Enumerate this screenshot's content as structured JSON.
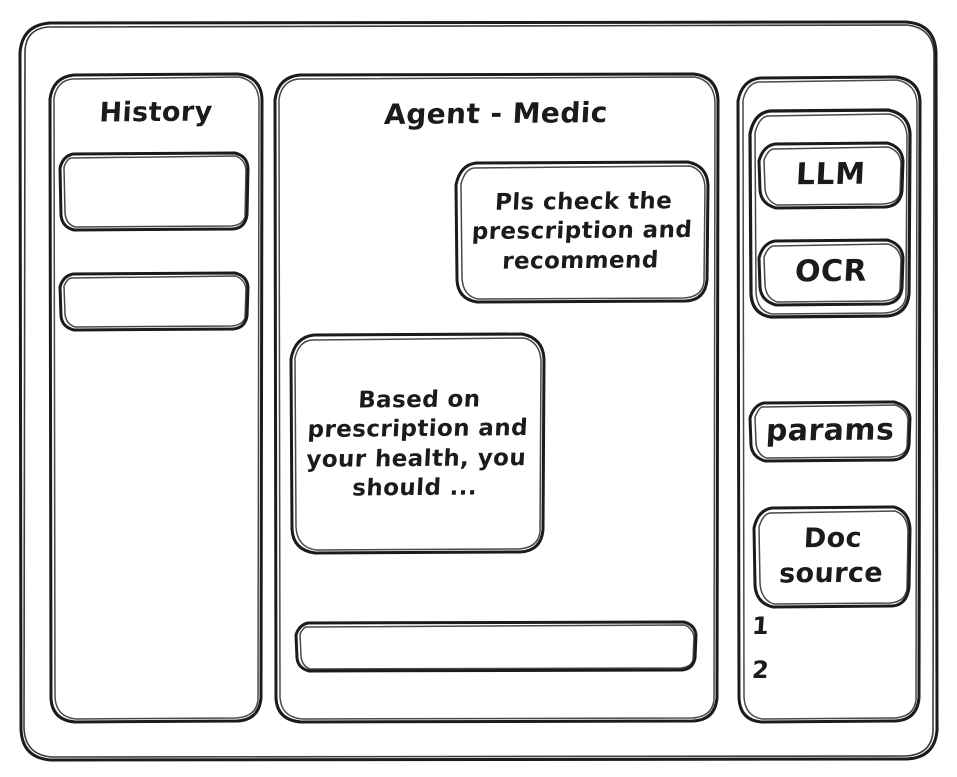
{
  "style": {
    "stroke_color": "#1b1b1f",
    "background": "#ffffff",
    "sketch": true
  },
  "app": {
    "frame_name": "app-window"
  },
  "sidebar": {
    "title": "History",
    "items": [
      {
        "label": "",
        "name": "history-item-1"
      },
      {
        "label": "",
        "name": "history-item-2"
      }
    ]
  },
  "chat": {
    "title": "Agent - Medic",
    "messages": [
      {
        "role": "user",
        "text": "Pls check the prescription and recommend"
      },
      {
        "role": "assistant",
        "text": "Based on prescription and your health, you should ..."
      }
    ],
    "composer": {
      "value": "",
      "placeholder": ""
    }
  },
  "tools": {
    "model_group": {
      "cards": [
        {
          "label": "LLM"
        },
        {
          "label": "OCR"
        }
      ]
    },
    "params_card": {
      "label": "params"
    },
    "doc_source_card": {
      "label": "Doc source"
    },
    "doc_list": [
      {
        "label": "1"
      },
      {
        "label": "2"
      }
    ]
  }
}
